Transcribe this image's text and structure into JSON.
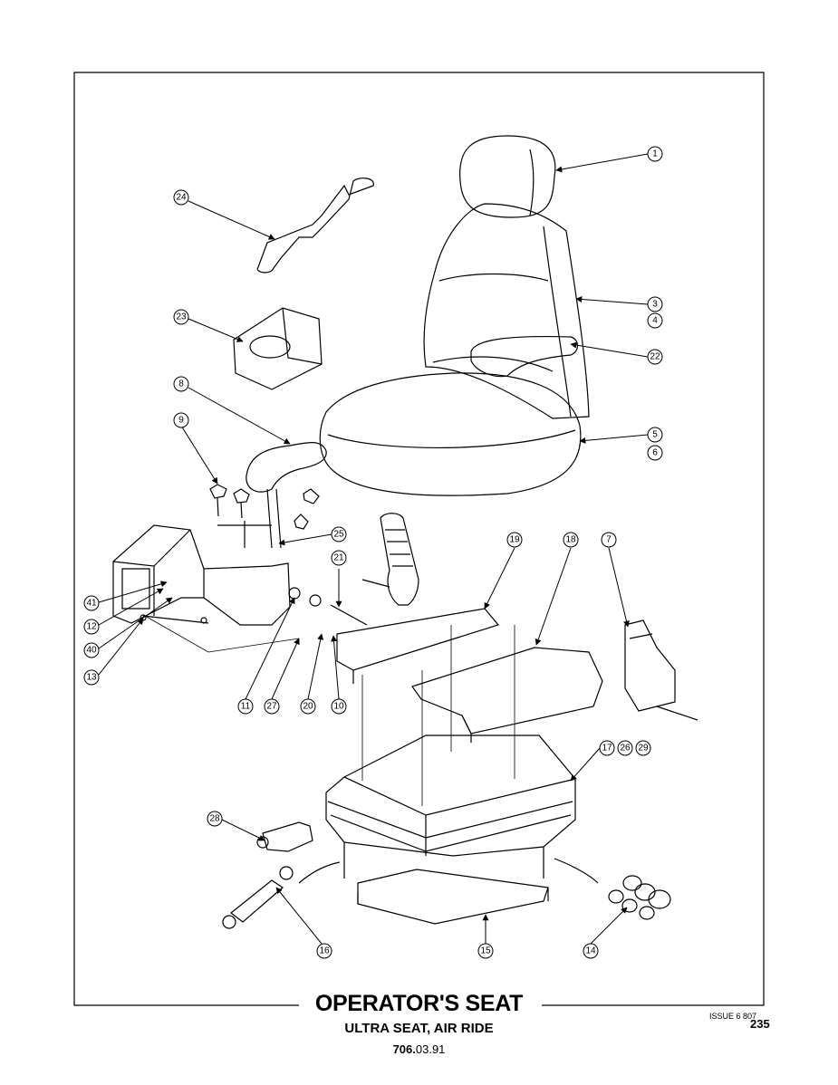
{
  "title": "OPERATOR'S SEAT",
  "subtitle": "ULTRA SEAT, AIR RIDE",
  "reference": {
    "bold": "706.",
    "rest": "03.91"
  },
  "issue": "ISSUE 6 807",
  "page_number": "235",
  "callouts": {
    "c1": "1",
    "c3": "3",
    "c4": "4",
    "c22": "22",
    "c5": "5",
    "c6": "6",
    "c24": "24",
    "c23": "23",
    "c8": "8",
    "c9": "9",
    "c25": "25",
    "c21": "21",
    "c19": "19",
    "c18": "18",
    "c7": "7",
    "c41": "41",
    "c12": "12",
    "c40": "40",
    "c13": "13",
    "c11": "11",
    "c27": "27",
    "c20": "20",
    "c10": "10",
    "c17": "17",
    "c26": "26",
    "c29": "29",
    "c28": "28",
    "c16": "16",
    "c15": "15",
    "c14": "14"
  }
}
